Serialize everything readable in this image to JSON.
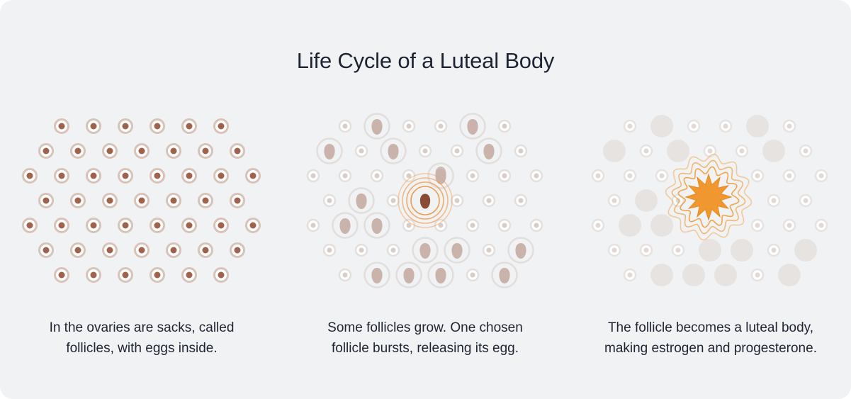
{
  "title": "Life Cycle of a Luteal Body",
  "panels": [
    {
      "caption": [
        "In the ovaries are sacks, called",
        "follicles, with eggs inside."
      ]
    },
    {
      "caption": [
        "Some follicles grow. One chosen",
        "follicle bursts, releasing its egg."
      ]
    },
    {
      "caption": [
        "The follicle becomes a luteal body,",
        "making estrogen and progesterone."
      ]
    }
  ],
  "colors": {
    "background": "#f1f2f4",
    "text": "#1f2433",
    "egg": "#a0624c",
    "follicle_ring": "#d8c3b8",
    "grown_egg": "#c9b3aa",
    "burst_egg": "#8a4a33",
    "burst_rings": "#ef9a4a",
    "luteal_body": "#f0982f",
    "faded_follicle": "#e7e3e1"
  },
  "icons": [
    "follicle-icon",
    "egg-icon",
    "burst-ring-icon",
    "luteal-body-star-icon"
  ]
}
